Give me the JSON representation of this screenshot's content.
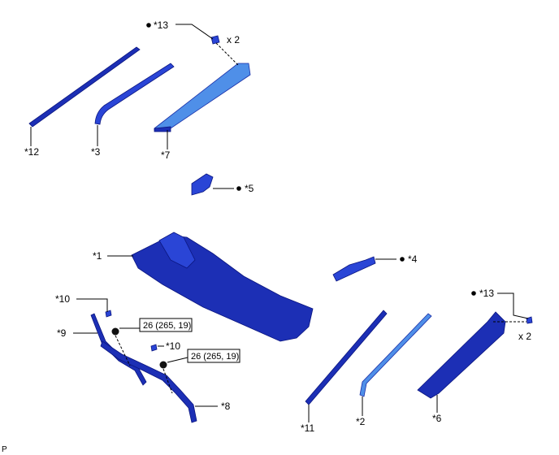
{
  "colors": {
    "part_blue": "#1c2fb5",
    "part_light": "#4f8fe8",
    "line": "#000000"
  },
  "labels": {
    "p1": "*1",
    "p2": "*2",
    "p3": "*3",
    "p4": "*4",
    "p5": "*5",
    "p6": "*6",
    "p7": "*7",
    "p8": "*8",
    "p9": "*9",
    "p10a": "*10",
    "p10b": "*10",
    "p11": "*11",
    "p12": "*12",
    "p13a": "*13",
    "p13b": "*13"
  },
  "qty": {
    "top": "x 2",
    "right": "x 2"
  },
  "torque": {
    "a": "26 (265, 19)",
    "b": "26 (265, 19)"
  },
  "footer": {
    "letter": "P"
  }
}
